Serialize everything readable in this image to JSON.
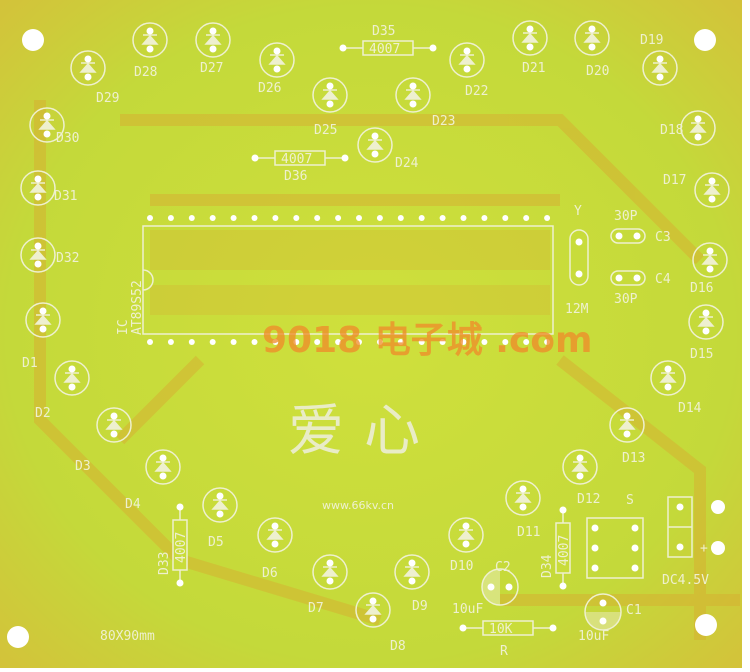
{
  "board": {
    "title_cn": "爱心",
    "url": "www.66kv.cn",
    "size": "80X90mm",
    "watermark": "9018 电子城 .com",
    "colors": {
      "substrate": "#c9dc3a",
      "copper": "#d8a62a",
      "silkscreen": "#eef0cf",
      "hole": "#ffffff"
    }
  },
  "ic": {
    "ref": "IC",
    "part": "AT89S52",
    "pins_per_side": 20
  },
  "crystal": {
    "ref": "Y",
    "value": "12M"
  },
  "caps_small": [
    {
      "ref": "C3",
      "value": "30P"
    },
    {
      "ref": "C4",
      "value": "30P"
    }
  ],
  "caps_elec": [
    {
      "ref": "C2",
      "value": "10uF"
    },
    {
      "ref": "C1",
      "value": "10uF"
    }
  ],
  "resistors": [
    {
      "ref": "D35",
      "value": "4007"
    },
    {
      "ref": "D36",
      "value": "4007"
    },
    {
      "ref": "D33",
      "value": "4007"
    },
    {
      "ref": "D34",
      "value": "4007"
    },
    {
      "ref": "R",
      "value": "10K"
    }
  ],
  "switch": {
    "ref": "S"
  },
  "power": {
    "label": "DC4.5V",
    "plus": "+"
  },
  "leds": [
    "D1",
    "D2",
    "D3",
    "D4",
    "D5",
    "D6",
    "D7",
    "D8",
    "D9",
    "D10",
    "D11",
    "D12",
    "D13",
    "D14",
    "D15",
    "D16",
    "D17",
    "D18",
    "D19",
    "D20",
    "D21",
    "D22",
    "D23",
    "D24",
    "D25",
    "D26",
    "D27",
    "D28",
    "D29",
    "D30",
    "D31",
    "D32"
  ]
}
